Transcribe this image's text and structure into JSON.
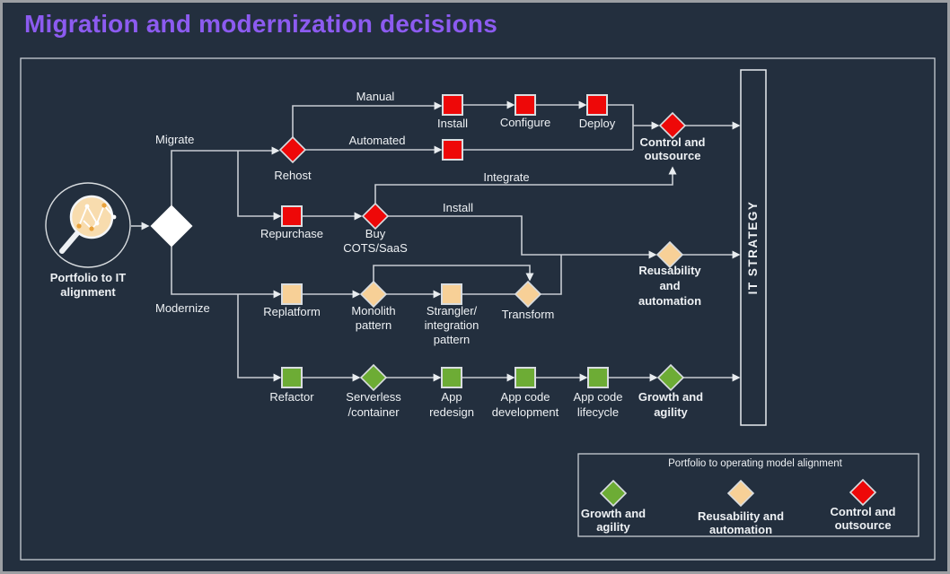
{
  "title": "Migration and modernization decisions",
  "colors": {
    "background": "#232f3e",
    "border_gray": "#9c9fa3",
    "frame": "#c9ced4",
    "title_purple": "#8c5bf0",
    "red": "#ee0808",
    "tan": "#f7d097",
    "green": "#6dac35",
    "line": "#c7ccd2",
    "text": "#eef1f4",
    "node_stroke": "#d9dde0",
    "icon_orange": "#e9a23b",
    "lens_fill": "#f8dcae"
  },
  "start_node": {
    "line1": "Portfolio to IT",
    "line2": "alignment"
  },
  "branch_labels": {
    "migrate": "Migrate",
    "modernize": "Modernize"
  },
  "edge_labels": {
    "manual": "Manual",
    "automated": "Automated",
    "integrate": "Integrate",
    "install": "Install"
  },
  "nodes": {
    "rehost": {
      "line1": "Rehost"
    },
    "install": {
      "line1": "Install"
    },
    "configure": {
      "line1": "Configure"
    },
    "deploy": {
      "line1": "Deploy"
    },
    "control_outsource": {
      "line1": "Control and",
      "line2": "outsource"
    },
    "repurchase": {
      "line1": "Repurchase"
    },
    "buy_cots_saas": {
      "line1": "Buy",
      "line2": "COTS/SaaS"
    },
    "replatform": {
      "line1": "Replatform"
    },
    "monolith_pattern": {
      "line1": "Monolith",
      "line2": "pattern"
    },
    "strangler_pattern": {
      "line1": "Strangler/",
      "line2": "integration",
      "line3": "pattern"
    },
    "transform": {
      "line1": "Transform"
    },
    "reusability_automation": {
      "line1": "Reusability",
      "line2": "and",
      "line3": "automation"
    },
    "refactor": {
      "line1": "Refactor"
    },
    "serverless_container": {
      "line1": "Serverless",
      "line2": "/container"
    },
    "app_redesign": {
      "line1": "App",
      "line2": "redesign"
    },
    "app_code_development": {
      "line1": "App code",
      "line2": "development"
    },
    "app_code_lifecycle": {
      "line1": "App code",
      "line2": "lifecycle"
    },
    "growth_agility": {
      "line1": "Growth and",
      "line2": "agility"
    }
  },
  "it_strategy_label": "IT STRATEGY",
  "legend": {
    "title": "Portfolio to operating model alignment",
    "items": [
      {
        "line1": "Growth and",
        "line2": "agility",
        "color": "#6dac35"
      },
      {
        "line1": "Reusability and",
        "line2": "automation",
        "color": "#f7d097"
      },
      {
        "line1": "Control and",
        "line2": "outsource",
        "color": "#ee0808"
      }
    ]
  }
}
